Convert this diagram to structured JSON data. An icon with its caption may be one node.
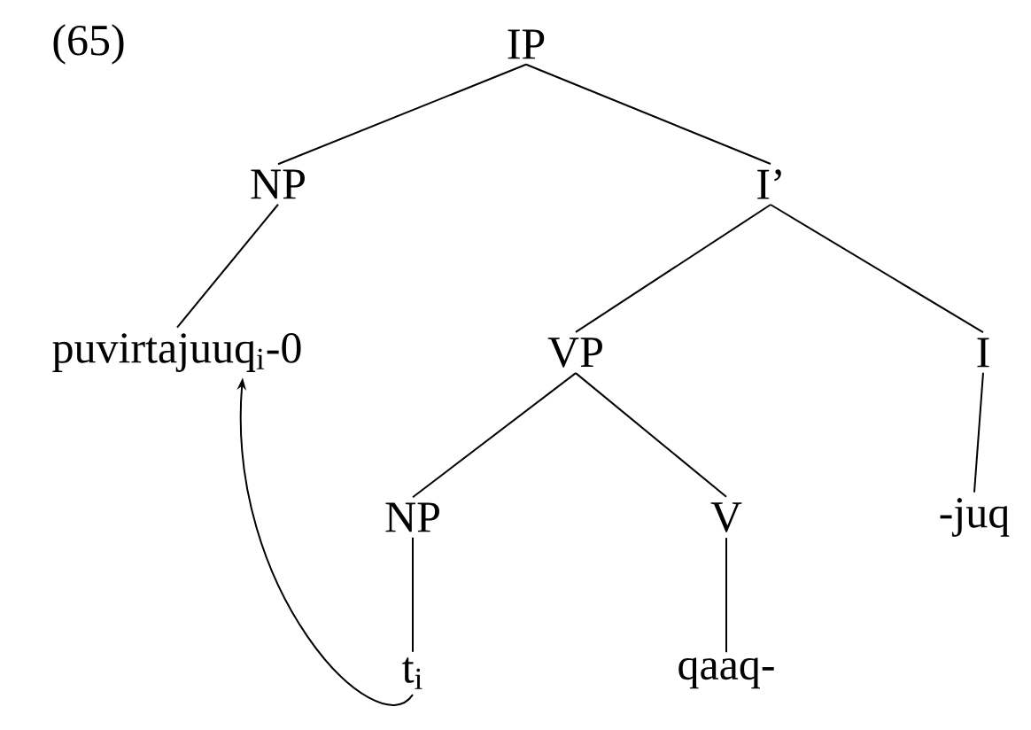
{
  "diagram": {
    "nodes": [
      {
        "text": [
          "IP"
        ]
      },
      {
        "text": [
          "NP"
        ]
      },
      {
        "text": [
          "I’"
        ]
      },
      {
        "text": [
          "puvirtajuuq$_{i}$-0"
        ]
      },
      {
        "text": [
          "VP"
        ]
      },
      {
        "text": [
          "I"
        ]
      },
      {
        "text": [
          "NP"
        ]
      },
      {
        "text": [
          "V"
        ]
      },
      {
        "text": [
          "-juq"
        ]
      },
      {
        "text": [
          "t$_{i}$"
        ]
      },
      {
        "text": [
          "qaaq-"
        ]
      }
    ],
    "edges": [
      {
        "from": 0,
        "to": 1,
        "arrow": "none"
      },
      {
        "from": 0,
        "to": 2,
        "arrow": "none"
      },
      {
        "from": 1,
        "to": 3,
        "arrow": "none"
      },
      {
        "from": 2,
        "to": 4,
        "arrow": "none"
      },
      {
        "from": 2,
        "to": 5,
        "arrow": "none"
      },
      {
        "from": 4,
        "to": 6,
        "arrow": "none"
      },
      {
        "from": 4,
        "to": 7,
        "arrow": "none"
      },
      {
        "from": 5,
        "to": 8,
        "arrow": "none"
      },
      {
        "from": 6,
        "to": 9,
        "arrow": "none"
      },
      {
        "from": 7,
        "to": 10,
        "arrow": "none"
      },
      {
        "from": 9,
        "to": 3,
        "arrow": "to"
      }
    ],
    "labels": [
      "(65)"
    ]
  }
}
